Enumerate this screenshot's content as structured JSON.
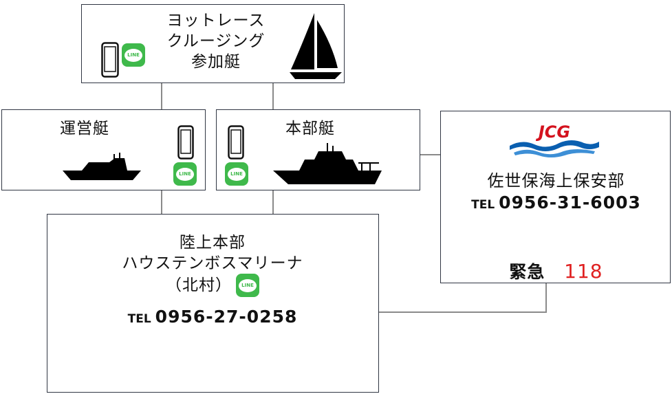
{
  "yacht_box": {
    "title_lines": [
      "ヨットレース",
      "クルージング",
      "参加艇"
    ],
    "line_badge": "LINE"
  },
  "operations_boat": {
    "title": "運営艇",
    "line_badge": "LINE"
  },
  "hq_boat": {
    "title": "本部艇",
    "line_badge": "LINE"
  },
  "land_hq": {
    "title_lines": [
      "陸上本部",
      "ハウステンボスマリーナ",
      "（北村）"
    ],
    "tel_prefix": "TEL",
    "tel": "0956-27-0258",
    "line_badge": "LINE"
  },
  "coast_guard": {
    "logo_text": "JCG",
    "name": "佐世保海上保安部",
    "tel_prefix": "TEL",
    "tel": "0956-31-6003",
    "emergency_label": "緊急",
    "emergency_number": "118"
  },
  "colors": {
    "line_green": "#3fb94b",
    "emergency_red": "#e02020",
    "jcg_red": "#d4121e",
    "jcg_blue": "#0a5fb0"
  }
}
